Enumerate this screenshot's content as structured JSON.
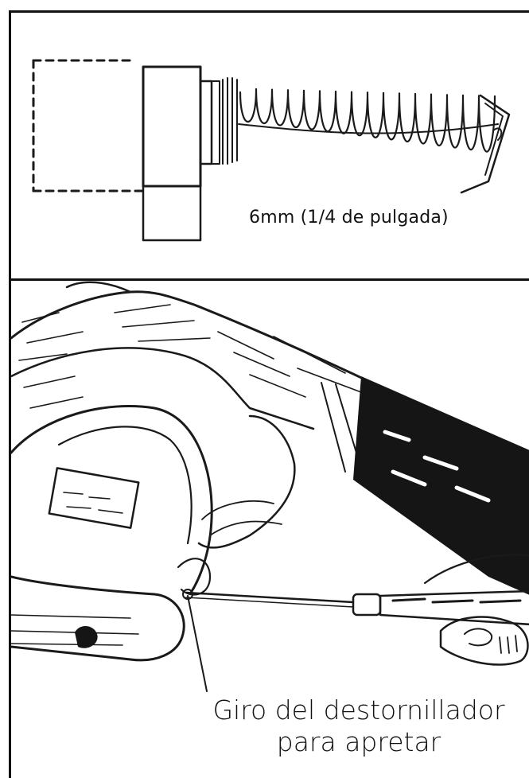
{
  "figure_top": {
    "caption": "6mm (1/4 de pulgada)"
  },
  "figure_bottom": {
    "caption_line1": "Giro del destornillador",
    "caption_line2": "para apretar"
  },
  "colors": {
    "ink": "#1a1a1a",
    "background": "#ffffff",
    "border": "#111111"
  }
}
